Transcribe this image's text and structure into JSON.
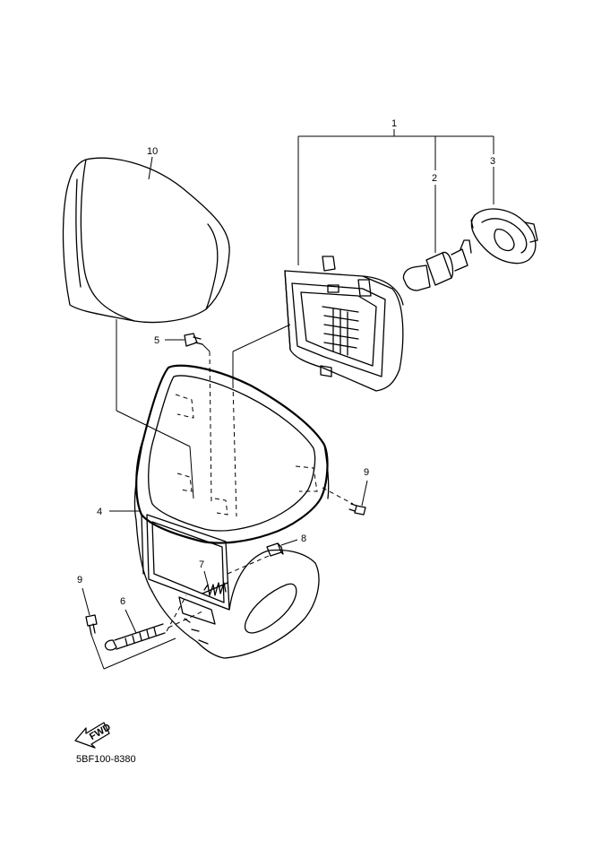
{
  "callouts": [
    {
      "id": "1",
      "label": "1"
    },
    {
      "id": "2",
      "label": "2"
    },
    {
      "id": "3",
      "label": "3"
    },
    {
      "id": "4",
      "label": "4"
    },
    {
      "id": "5",
      "label": "5"
    },
    {
      "id": "6",
      "label": "6"
    },
    {
      "id": "7",
      "label": "7"
    },
    {
      "id": "8",
      "label": "8"
    },
    {
      "id": "9a",
      "label": "9"
    },
    {
      "id": "9b",
      "label": "9"
    },
    {
      "id": "10",
      "label": "10"
    }
  ],
  "fwd_label": "FWD",
  "diagram_code": "5BF100-8380"
}
